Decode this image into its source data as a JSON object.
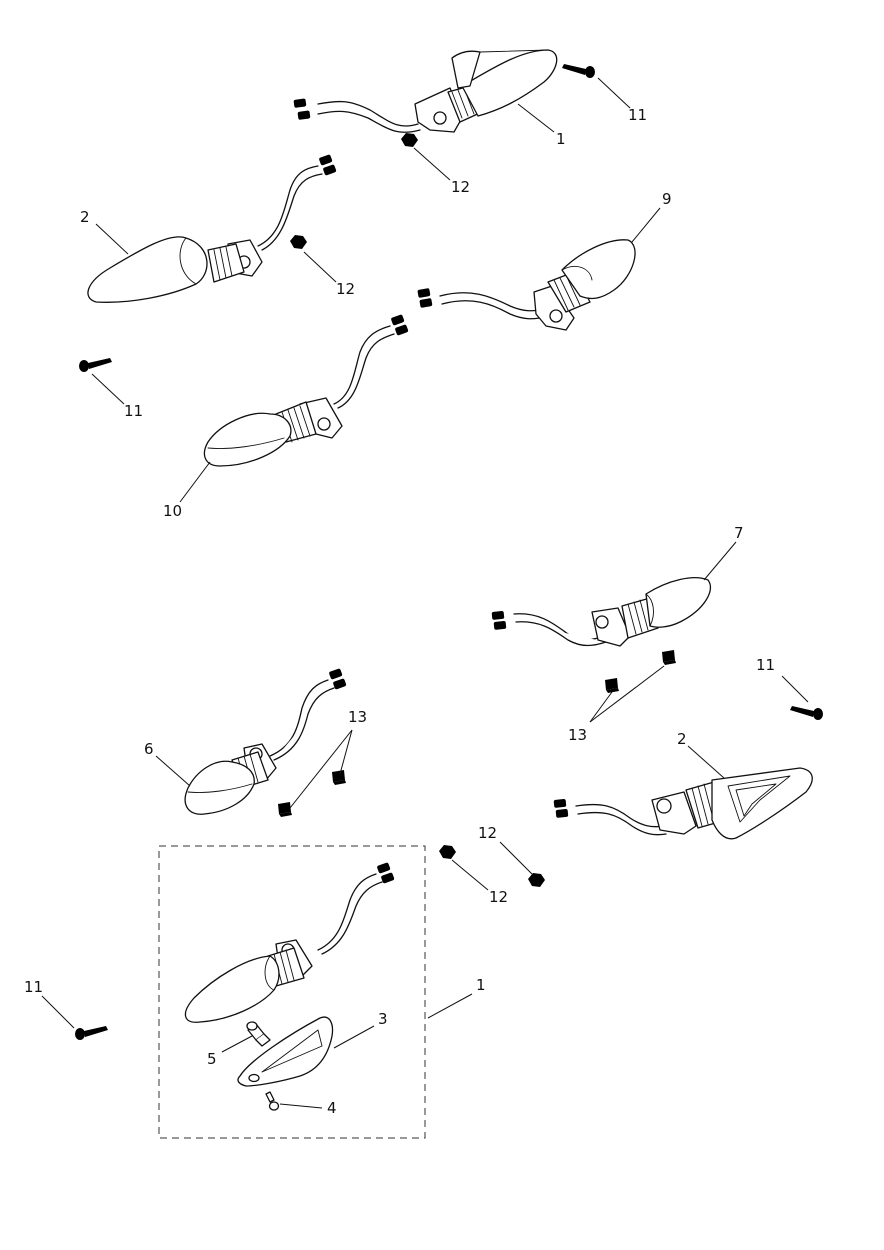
{
  "callouts": [
    {
      "id": "c-1-top",
      "label": "1"
    },
    {
      "id": "c-11-top",
      "label": "11"
    },
    {
      "id": "c-12-top",
      "label": "12"
    },
    {
      "id": "c-2-top",
      "label": "2"
    },
    {
      "id": "c-12-mid",
      "label": "12"
    },
    {
      "id": "c-9",
      "label": "9"
    },
    {
      "id": "c-11-left",
      "label": "11"
    },
    {
      "id": "c-10",
      "label": "10"
    },
    {
      "id": "c-7",
      "label": "7"
    },
    {
      "id": "c-11-right",
      "label": "11"
    },
    {
      "id": "c-13-right",
      "label": "13"
    },
    {
      "id": "c-2-bottom",
      "label": "2"
    },
    {
      "id": "c-6",
      "label": "6"
    },
    {
      "id": "c-13-left",
      "label": "13"
    },
    {
      "id": "c-12-a",
      "label": "12"
    },
    {
      "id": "c-12-b",
      "label": "12"
    },
    {
      "id": "c-1-kit",
      "label": "1"
    },
    {
      "id": "c-11-bottom",
      "label": "11"
    },
    {
      "id": "c-3",
      "label": "3"
    },
    {
      "id": "c-5",
      "label": "5"
    },
    {
      "id": "c-4",
      "label": "4"
    }
  ]
}
